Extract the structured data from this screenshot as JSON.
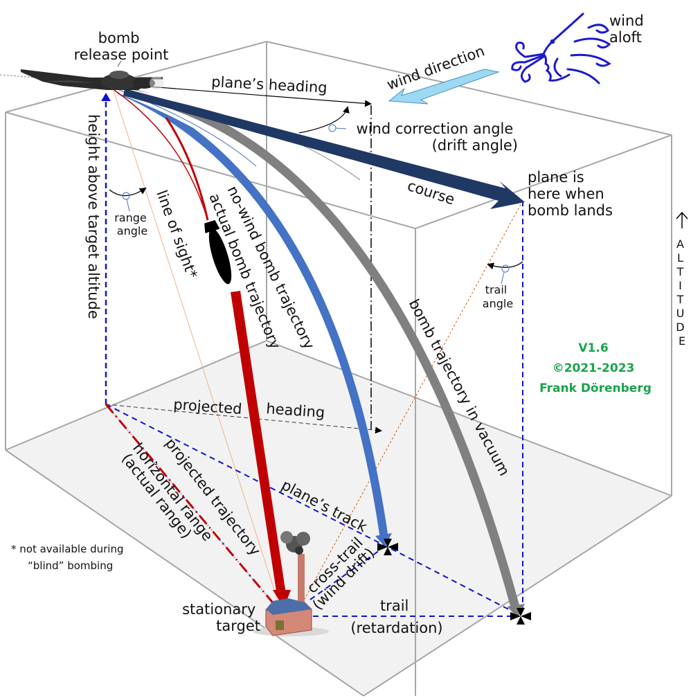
{
  "title": "Bomb release geometry diagram",
  "labels": {
    "bomb_release_point": [
      "bomb",
      "release point"
    ],
    "planes_heading": "plane’s heading",
    "wind_direction": "wind direction",
    "wind_aloft": [
      "wind",
      "aloft"
    ],
    "wind_correction_angle": [
      "wind correction angle",
      "(drift angle)"
    ],
    "course": "course",
    "plane_when_bomb_lands": [
      "plane is",
      "here when",
      "bomb lands"
    ],
    "height_above_target": "height above target altitude",
    "range_angle": [
      "range",
      "angle"
    ],
    "line_of_sight": "line of sight*",
    "actual_bomb_trajectory": "actual bomb trajectory",
    "no_wind_trajectory": "no-wind  bomb trajectory",
    "vacuum_trajectory": "bomb trajectory in vacuum",
    "trail_angle": [
      "trail",
      "angle"
    ],
    "altitude_axis": [
      "A",
      "L",
      "T",
      "I",
      "T",
      "U",
      "D",
      "E"
    ],
    "projected_heading": [
      "projected",
      "heading"
    ],
    "projected_trajectory": "projected trajectory",
    "horizontal_range": [
      "horizontal range",
      "(actual range)"
    ],
    "planes_track": "plane’s track",
    "cross_trail": [
      "cross-trail",
      "(wind drift)"
    ],
    "trail": [
      "trail",
      "(retardation)"
    ],
    "stationary_target": [
      "stationary",
      "target"
    ],
    "footnote": [
      "* not available during",
      "“blind” bombing"
    ]
  },
  "credit": {
    "version": "V1.6",
    "copyright": "©2021-2023",
    "author": "Frank Dörenberg"
  },
  "colors": {
    "course_arrow": "#203864",
    "actual_trajectory": "#c00000",
    "no_wind_trajectory": "#4472c4",
    "vacuum_trajectory": "#808080",
    "wind_arrow": "#9dd9f3",
    "wind_face": "#1a1acc",
    "dashed_blue": "#1010cc",
    "credit": "#1aa34a"
  }
}
